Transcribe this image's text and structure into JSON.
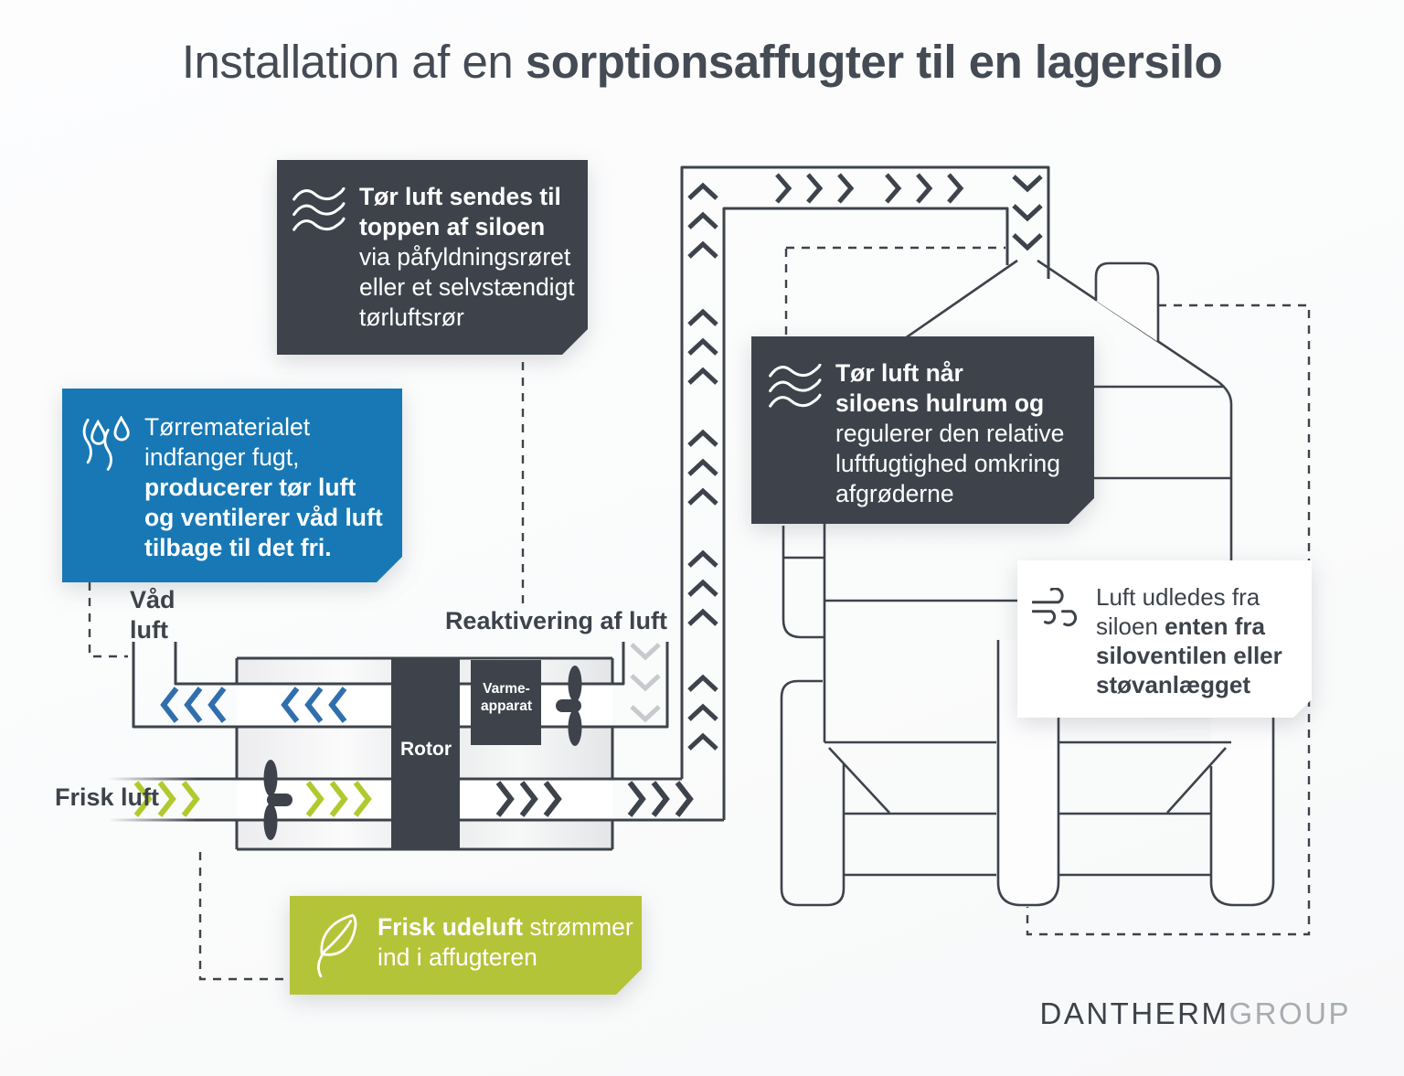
{
  "title": {
    "light": "Installation af en ",
    "bold": "sorptionsaffugter til en lagersilo"
  },
  "callouts": {
    "dry_air_top": {
      "bold": "Tør luft sendes til\ntoppen af siloen\n",
      "regular": "via påfyldningsrøret\neller et selvstændigt\ntørluftsrør",
      "icon": "waves-icon"
    },
    "desiccant": {
      "regular": "Tørrematerialet\nindfanger fugt,\n",
      "bold": "producerer tør luft\nog ventilerer våd luft\ntilbage til det fri.",
      "icon": "moisture-drops-icon"
    },
    "dry_air_silo": {
      "bold": "Tør luft når\nsiloens hulrum og\n",
      "regular": "regulerer den relative\nluftfugtighed omkring\nafgrøderne",
      "icon": "waves-icon"
    },
    "air_out": {
      "regular": "Luft udledes fra\nsiloen ",
      "bold": "enten fra\nsiloventilen eller\nstøvanlægget",
      "icon": "wind-icon"
    },
    "fresh_air": {
      "bold": "Frisk udeluft ",
      "regular": "strømmer\nind i affugteren",
      "icon": "leaf-icon"
    }
  },
  "labels": {
    "wet_air": "Våd\nluft",
    "reactivation": "Reaktivering af luft",
    "fresh_air": "Frisk luft",
    "rotor": "Rotor",
    "heater": "Varme-\napparat"
  },
  "logo": {
    "brand": "DANTHERM",
    "suffix": "GROUP"
  },
  "colors": {
    "charcoal": "#3e434b",
    "blue": "#1778b5",
    "green": "#b4c438",
    "blue_chevron": "#2f6fae",
    "green_chevron": "#b2c92e",
    "gray_chevron": "#c7cacd",
    "logo_gray": "#a7acb1"
  }
}
